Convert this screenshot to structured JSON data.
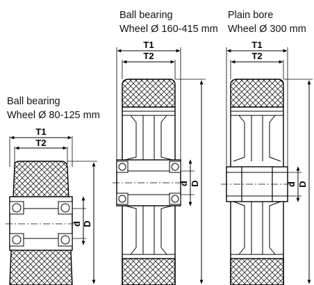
{
  "captions": {
    "small": {
      "line1": "Ball bearing",
      "line2": "Wheel Ø 80-125 mm"
    },
    "large": {
      "line1": "Ball bearing",
      "line2": "Wheel Ø 160-415 mm"
    },
    "plain": {
      "line1": "Plain bore",
      "line2": "Wheel Ø 300 mm"
    }
  },
  "dims": {
    "t1": "T1",
    "t2": "T2",
    "d_small": "d",
    "d_big": "D"
  }
}
